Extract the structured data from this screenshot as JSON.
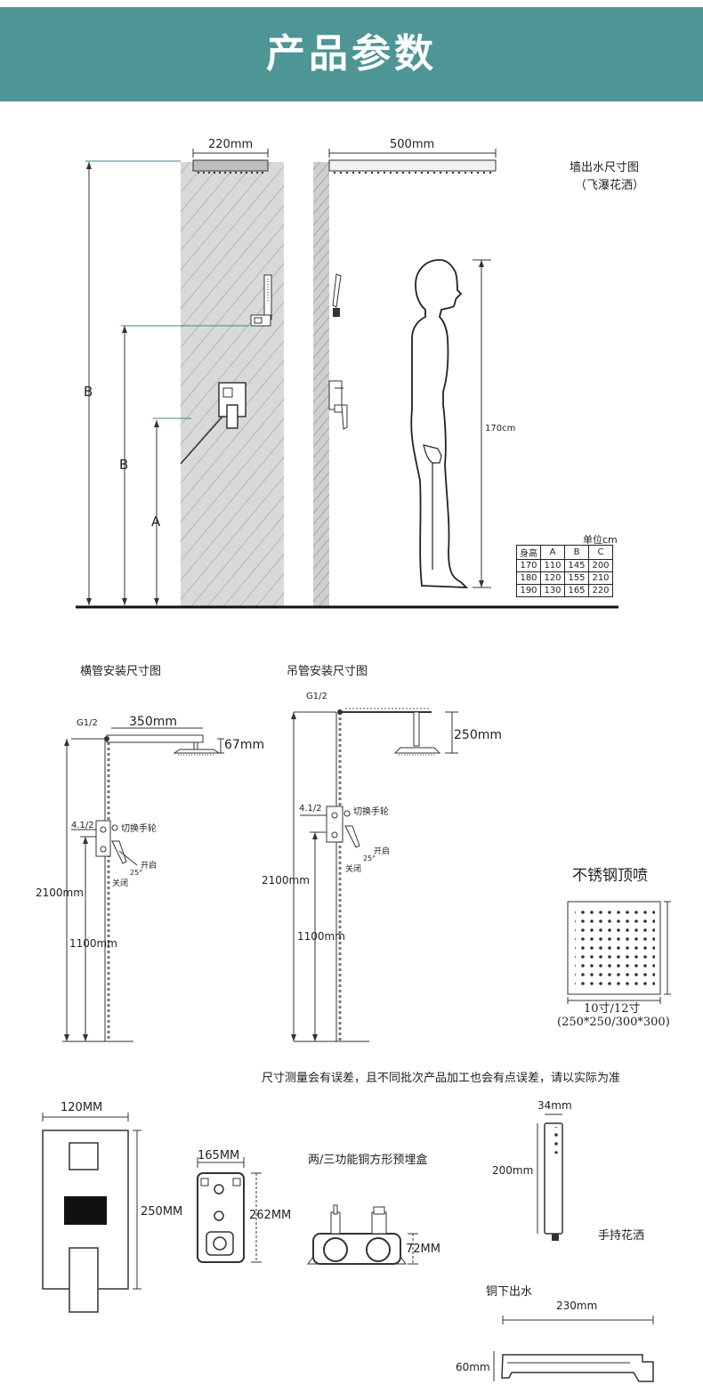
{
  "header": {
    "title": "产品参数"
  },
  "colors": {
    "header_bg": "#4e9596",
    "wall_fill": "#d4d4d4",
    "line": "#222222",
    "teal_guide": "#3a8a8c"
  },
  "wall_mount": {
    "title_line1": "墙出水尺寸图",
    "title_line2": "（飞瀑花洒）",
    "top_width_left": "220mm",
    "top_width_right": "500mm",
    "label_b_outer": "B",
    "label_b_inner": "B",
    "label_a": "A",
    "person_height": "170cm",
    "unit": "单位cm",
    "table": {
      "headers": [
        "身高",
        "A",
        "B",
        "C"
      ],
      "rows": [
        [
          "170",
          "110",
          "145",
          "200"
        ],
        [
          "180",
          "120",
          "155",
          "210"
        ],
        [
          "190",
          "130",
          "165",
          "220"
        ]
      ]
    }
  },
  "horizontal_pipe": {
    "title": "横管安装尺寸图",
    "g12": "G1/2",
    "arm_length": "350mm",
    "drop": "67mm",
    "valve_thread": "4.1/2",
    "switch_wheel": "切换手轮",
    "open": "开启",
    "close": "关闭",
    "angle": "25°",
    "total_height": "2100mm",
    "valve_height": "1100mm"
  },
  "ceiling_pipe": {
    "title": "吊管安装尺寸图",
    "g12": "G1/2",
    "drop": "250mm",
    "valve_thread": "4.1/2",
    "switch_wheel": "切换手轮",
    "open": "开启",
    "close": "关闭",
    "angle": "25°",
    "total_height": "2100mm",
    "valve_height": "1100mm"
  },
  "top_spray": {
    "title": "不锈钢顶喷",
    "size_label": "10寸/12寸",
    "size_mm": "(250*250/300*300)"
  },
  "note": "尺寸测量会有误差，且不同批次产品加工也会有点误差，请以实际为准",
  "panel": {
    "width": "120MM",
    "height": "250MM"
  },
  "box_front": {
    "width": "165MM",
    "height": "262MM"
  },
  "box_side": {
    "title": "两/三功能铜方形预埋盒",
    "depth": "72MM"
  },
  "handheld": {
    "width": "34mm",
    "length": "200mm",
    "name": "手持花洒"
  },
  "spout": {
    "title": "铜下出水",
    "length": "230mm",
    "height": "60mm"
  }
}
